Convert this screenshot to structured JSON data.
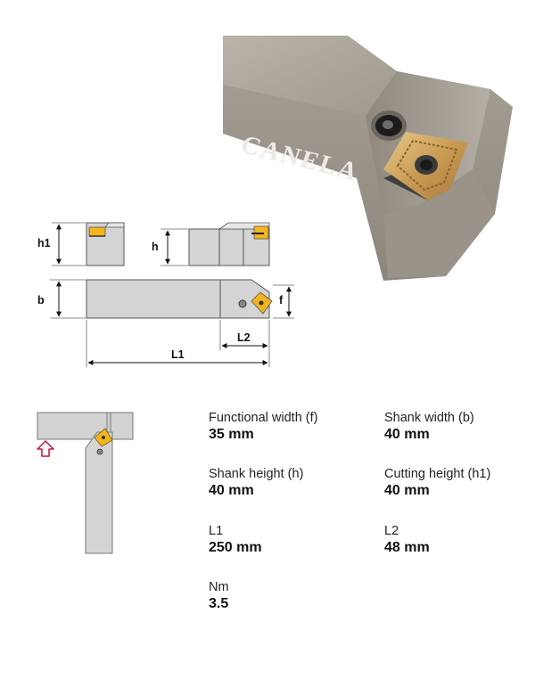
{
  "photo": {
    "brand_text": "CANELA"
  },
  "drawing": {
    "labels": {
      "h1": "h1",
      "h": "h",
      "b": "b",
      "f": "f",
      "l2": "L2",
      "l1": "L1"
    }
  },
  "specs": [
    {
      "label": "Functional width (f)",
      "value": "35 mm"
    },
    {
      "label": "Shank width (b)",
      "value": "40 mm"
    },
    {
      "label": "Shank height (h)",
      "value": "40 mm"
    },
    {
      "label": "Cutting height (h1)",
      "value": "40 mm"
    },
    {
      "label": "L1",
      "value": "250 mm"
    },
    {
      "label": "L2",
      "value": "48 mm"
    },
    {
      "label": "Nm",
      "value": "3.5"
    }
  ],
  "colors": {
    "insert_gold": "#f2b51b",
    "shank_gray": "#d3d3d3",
    "arrow_red": "#c0143c",
    "photo_body": "#a39c92"
  }
}
